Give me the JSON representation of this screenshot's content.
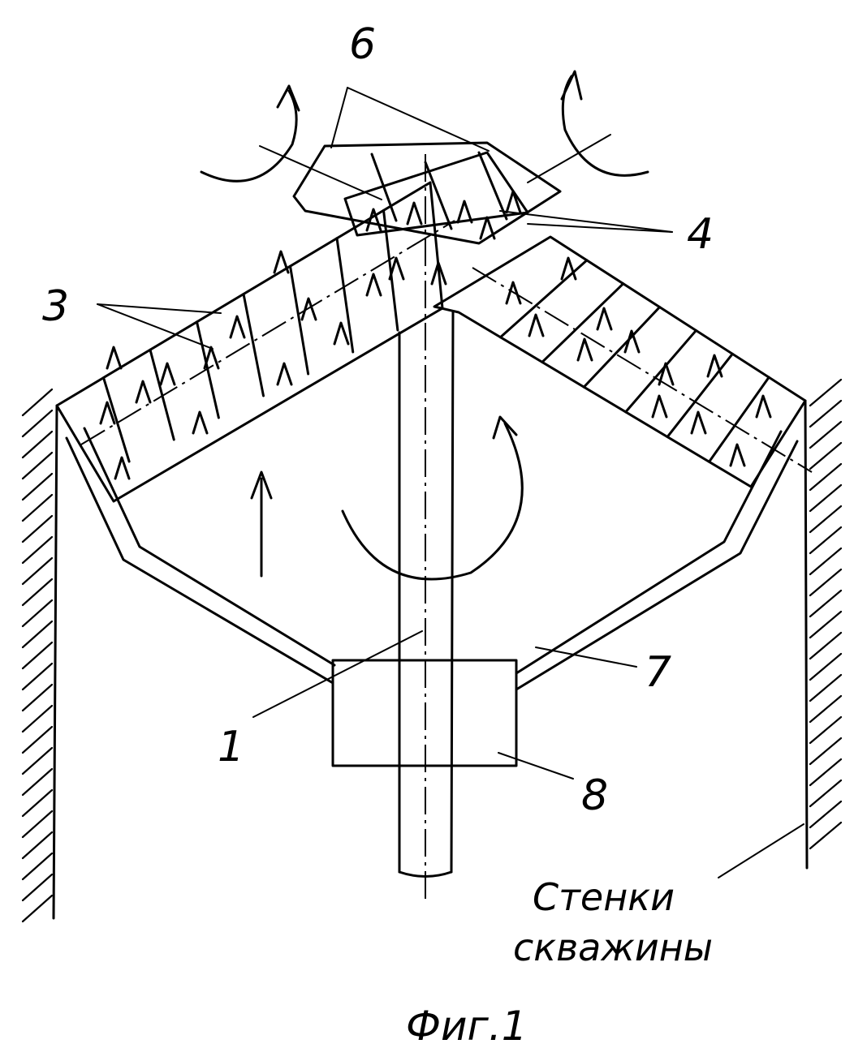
{
  "labels": {
    "n1": "1",
    "n3": "3",
    "n4": "4",
    "n6": "6",
    "n7": "7",
    "n8": "8"
  },
  "caption": {
    "line1": "Стенки",
    "line2": "скважины"
  },
  "figure_label": "Фиг.1"
}
